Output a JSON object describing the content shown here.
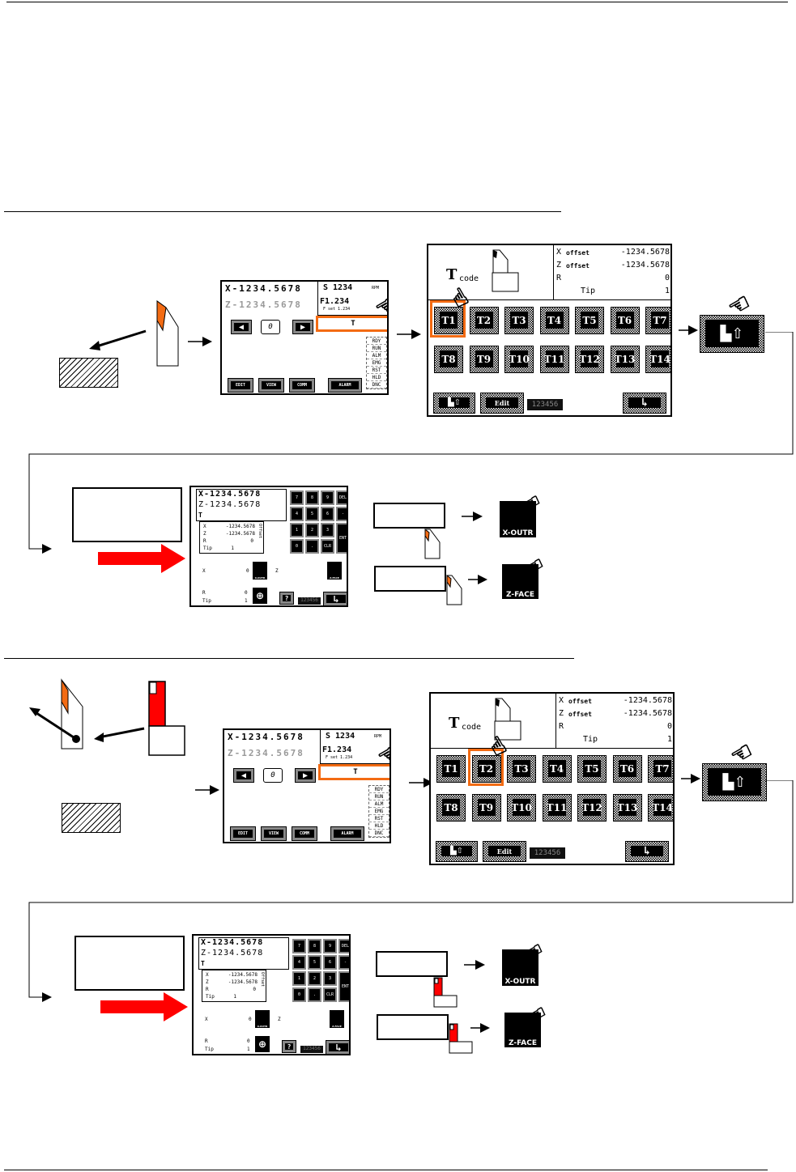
{
  "main_screen": {
    "x_pos": "X-1234.5678",
    "z_pos": "Z-1234.5678",
    "spindle": "S 1234",
    "spindle_unit": "RPM",
    "feed": "F1.234",
    "feed_set": "F set 1.234",
    "counter": "0",
    "t_field": "T",
    "status": [
      "RDY",
      "RUN",
      "ALM",
      "EMG",
      "RST",
      "HLD",
      "DNC"
    ],
    "buttons": [
      "EDIT",
      "VIEW",
      "COMM",
      "ALARM"
    ]
  },
  "tool_screen": {
    "t_label": "T",
    "code_label": "code",
    "offsets": [
      {
        "label": "X",
        "sub": "offset",
        "value": "-1234.5678"
      },
      {
        "label": "Z",
        "sub": "offset",
        "value": "-1234.5678"
      },
      {
        "label": "R",
        "sub": "",
        "value": "0"
      },
      {
        "label": "Tip",
        "sub": "",
        "value": "1"
      }
    ],
    "tools": [
      "T1",
      "T2",
      "T3",
      "T4",
      "T5",
      "T6",
      "T7",
      "T8",
      "T9",
      "T10",
      "T11",
      "T12",
      "T13",
      "T14"
    ],
    "edit_label": "Edit",
    "number_display": "123456"
  },
  "offset_screen": {
    "x_pos": "X-1234.5678",
    "z_pos": "Z-1234.5678",
    "t_label": "T",
    "offsets": [
      {
        "label": "X",
        "value": "-1234.5678"
      },
      {
        "label": "Z",
        "value": "-1234.5678"
      },
      {
        "label": "R",
        "value": "0"
      },
      {
        "label": "Tip",
        "value": "1"
      }
    ],
    "offset_vertical": "Offset",
    "keys": [
      "7",
      "8",
      "9",
      "DEL",
      "4",
      "5",
      "6",
      "-",
      "1",
      "2",
      "3",
      "ENT",
      "0",
      ".",
      "CLR",
      ""
    ],
    "x_label": "X",
    "x_value": "0",
    "z_label": "Z",
    "r_label": "R",
    "r_value": "0",
    "tip_label": "Tip",
    "tip_value": "1",
    "help": "?",
    "number_display": "123456"
  },
  "icons": {
    "x_outr": "X-OUTR",
    "z_face": "Z-FACE"
  },
  "sections": [
    {
      "selected_tool": "T1"
    },
    {
      "selected_tool": "T2"
    }
  ],
  "colors": {
    "highlight": "#f36b13",
    "red_arrow": "#ff0000",
    "tool_insert": "#f36b13"
  }
}
